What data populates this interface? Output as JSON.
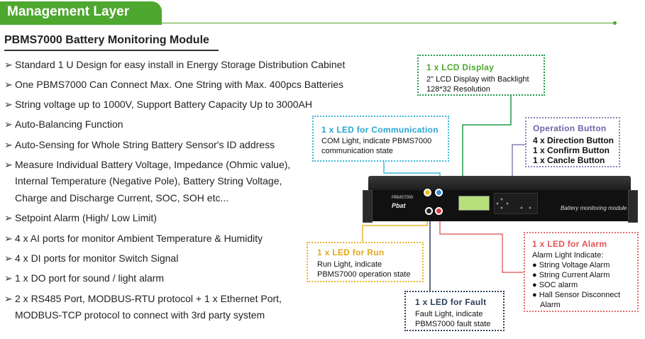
{
  "header": {
    "title": "Management Layer"
  },
  "subtitle": "PBMS7000 Battery Monitoring Module",
  "features": [
    "Standard 1 U Design for easy install in Energy Storage Distribution Cabinet",
    "One PBMS7000 Can Connect Max. One String with Max. 400pcs Batteries",
    "String voltage up to 1000V, Support Battery Capacity Up to 3000AH",
    "Auto-Balancing Function",
    "Auto-Sensing for Whole String Battery Sensor's ID address",
    "Measure Individual Battery Voltage, Impedance (Ohmic value),",
    "Setpoint Alarm (High/ Low Limit)",
    "4 x AI ports for monitor Ambient Temperature & Humidity",
    "4 x DI ports for monitor Switch Signal",
    "1 x DO port for sound / light alarm",
    "2 x RS485 Port, MODBUS-RTU protocol + 1 x Ethernet Port,"
  ],
  "feature_continuations": {
    "measure_line2": "Internal Temperature (Negative Pole), Battery String Voltage,",
    "measure_line3": "Charge and Discharge Current, SOC, SOH etc...",
    "ports_line2": "MODBUS-TCP protocol to connect with 3rd party system"
  },
  "callouts": {
    "lcd": {
      "title": "1 x LCD Display",
      "line1": "2\" LCD Display with Backlight",
      "line2": "128*32 Resolution"
    },
    "comm": {
      "title": "1 x LED for Communication",
      "line1": "COM Light, indicate PBMS7000",
      "line2": "communication state"
    },
    "buttons": {
      "title": "Operation Button",
      "line1": "4 x Direction Button",
      "line2": "1 x Confirm Button",
      "line3": "1 x Cancle Button"
    },
    "run": {
      "title": "1 x LED for Run",
      "line1": "Run Light, indicate",
      "line2": "PBMS7000 operation state"
    },
    "fault": {
      "title": "1 x LED for Fault",
      "line1": "Fault Light, indicate",
      "line2": "PBMS7000 fault state"
    },
    "alarm": {
      "title": "1 x LED for Alarm",
      "intro": "Alarm Light Indicate:",
      "items": [
        "String Voltage Alarm",
        "String Current Alarm",
        "SOC alarm",
        "Hall Sensor Disconnect"
      ],
      "items_cont": "Alarm"
    }
  },
  "device": {
    "model": "PBMS7000",
    "brand": "Pbat",
    "label": "Battery monitoring module"
  },
  "colors": {
    "green": "#4ea72e",
    "lcd_border": "#1f9a4a",
    "comm_border": "#3cb8d8",
    "buttons_border": "#8a7fb8",
    "run_border": "#e8b52a",
    "fault_border": "#2c3e58",
    "alarm_border": "#e46a6a"
  }
}
